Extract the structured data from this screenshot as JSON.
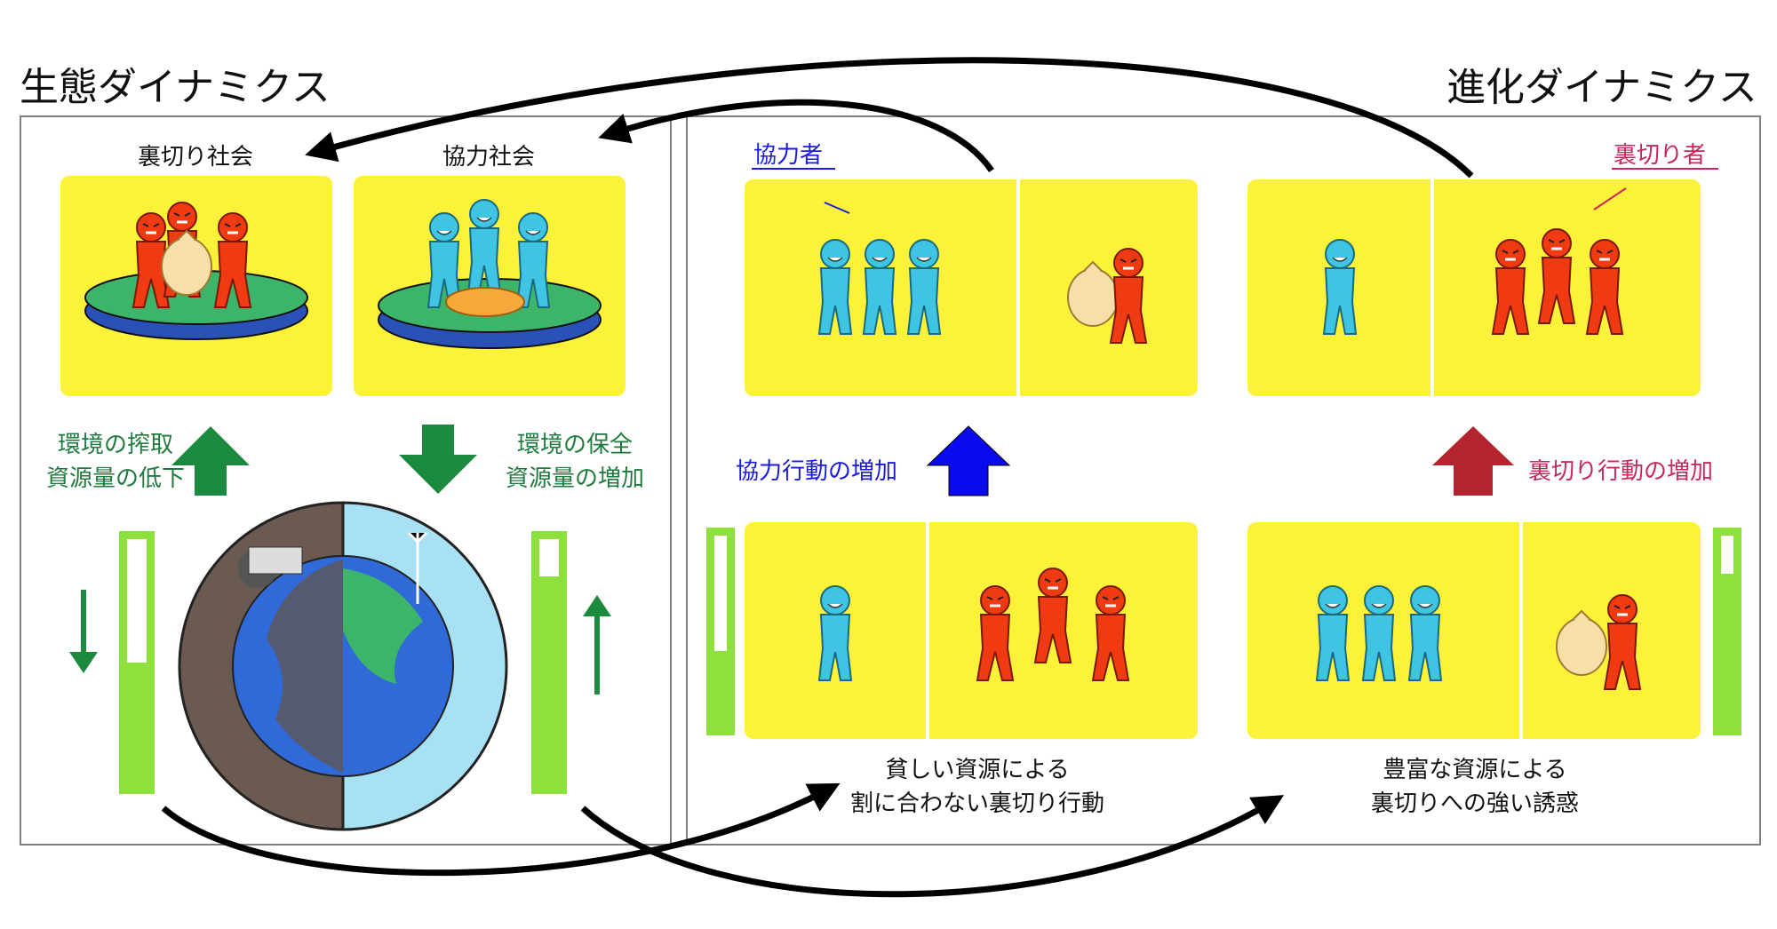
{
  "titles": {
    "ecological": "生態ダイナミクス",
    "evolutionary": "進化ダイナミクス"
  },
  "left_panel": {
    "defector_society": "裏切り社会",
    "cooperator_society": "協力社会",
    "left_caption": [
      "環境の搾取",
      "資源量の低下"
    ],
    "right_caption": [
      "環境の保全",
      "資源量の増加"
    ]
  },
  "right_panel": {
    "cooperator_label": "協力者",
    "defector_label": "裏切り者",
    "coop_increase": "協力行動の増加",
    "defect_increase": "裏切り行動の増加",
    "poor_caption": [
      "貧しい資源による",
      "割に合わない裏切り行動"
    ],
    "rich_caption": [
      "豊富な資源による",
      "裏切りへの強い誘惑"
    ]
  },
  "colors": {
    "cooperator": "#3fc4e3",
    "defector": "#f03a12",
    "panel_yellow": "#fdf23a",
    "green_arrow": "#1b8a3f",
    "blue_arrow": "#0a0aef",
    "red_arrow": "#b3242e",
    "bar_green": "#8ee03c"
  },
  "levels": {
    "left_low_resource": 0.5,
    "left_high_resource": 0.85,
    "right_poor": 0.4,
    "right_rich": 0.8
  }
}
